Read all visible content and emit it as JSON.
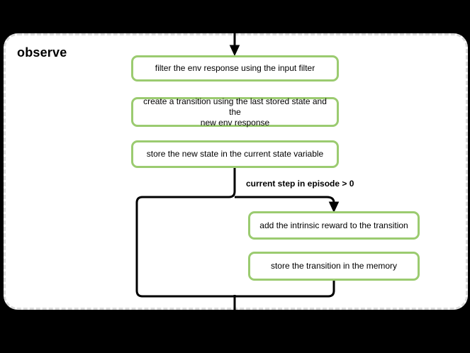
{
  "diagram": {
    "title": "observe",
    "branch_label": "current step in episode > 0",
    "nodes": [
      {
        "name": "filter-env-response",
        "label": "filter the env response using the input filter"
      },
      {
        "name": "create-transition",
        "label": "create a transition using the last stored state and the\nnew env response"
      },
      {
        "name": "store-new-state",
        "label": "store the new state in the current state variable"
      },
      {
        "name": "add-intrinsic-reward",
        "label": "add the intrinsic reward to the transition"
      },
      {
        "name": "store-transition-memory",
        "label": "store the transition in the memory"
      }
    ],
    "colors": {
      "background": "#000000",
      "container_fill": "#ffffff",
      "container_border": "#dbdbdb",
      "node_border": "#9bcb70",
      "node_fill": "#ffffff",
      "connector": "#000000",
      "text": "#000000"
    }
  }
}
